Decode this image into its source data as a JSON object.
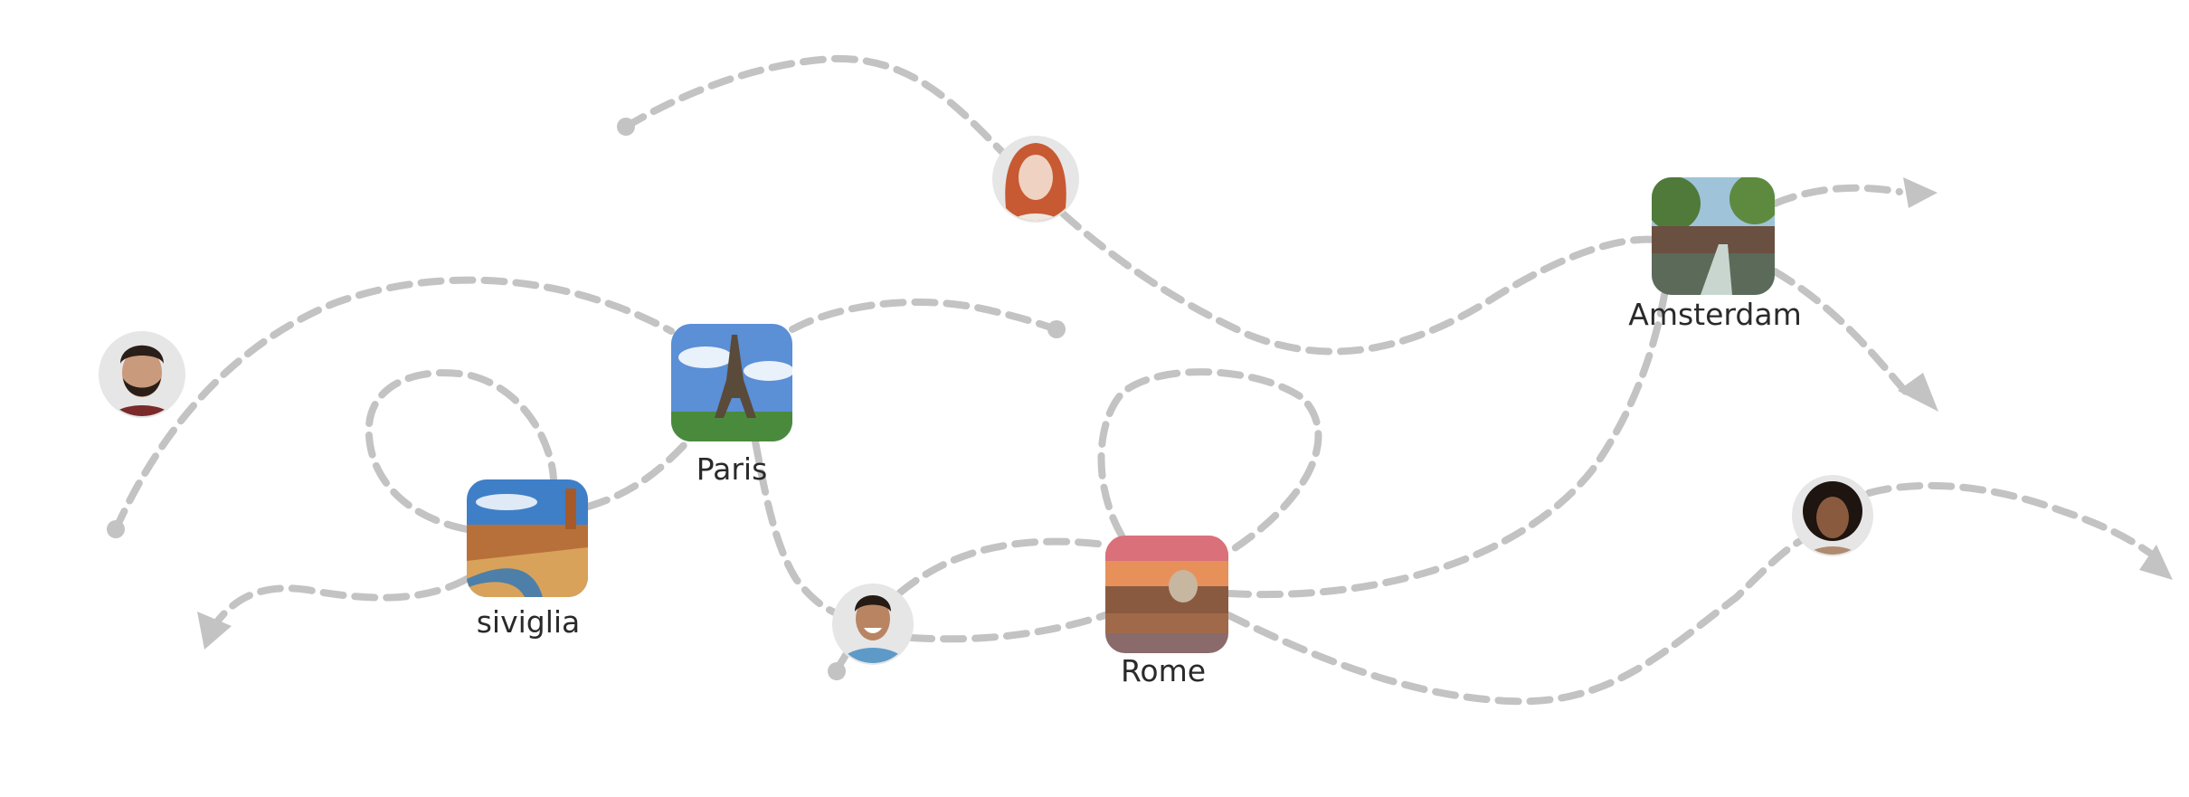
{
  "cities": [
    {
      "id": "paris",
      "label": "Paris",
      "palette": {
        "sky": "#5b8fd6",
        "ground": "#4a8a3c",
        "accent": "#6b5a45"
      }
    },
    {
      "id": "siviglia",
      "label": "siviglia",
      "palette": {
        "sky": "#3f7fc8",
        "ground": "#c98a42",
        "accent": "#a65a2a"
      }
    },
    {
      "id": "rome",
      "label": "Rome",
      "palette": {
        "sky": "#e8905a",
        "ground": "#8a5a40",
        "accent": "#c7b7a0"
      }
    },
    {
      "id": "amsterdam",
      "label": "Amsterdam",
      "palette": {
        "sky": "#9fc3d8",
        "ground": "#4f7a3a",
        "accent": "#6a5040"
      }
    }
  ],
  "travelers": [
    {
      "id": "man-bearded",
      "icon": "avatar-icon",
      "skin": "#c99a7c",
      "hair": "#2a1e18"
    },
    {
      "id": "woman-red-hair",
      "icon": "avatar-icon",
      "skin": "#f0d2c2",
      "hair": "#c75a32"
    },
    {
      "id": "man-blue-shirt",
      "icon": "avatar-icon",
      "skin": "#b98462",
      "hair": "#251a14"
    },
    {
      "id": "woman-curly",
      "icon": "avatar-icon",
      "skin": "#8a5a3e",
      "hair": "#1e1410"
    }
  ],
  "colors": {
    "route": "#c3c3c3",
    "label": "#2a2a2a",
    "avatar_bg": "#e6e6e6"
  }
}
